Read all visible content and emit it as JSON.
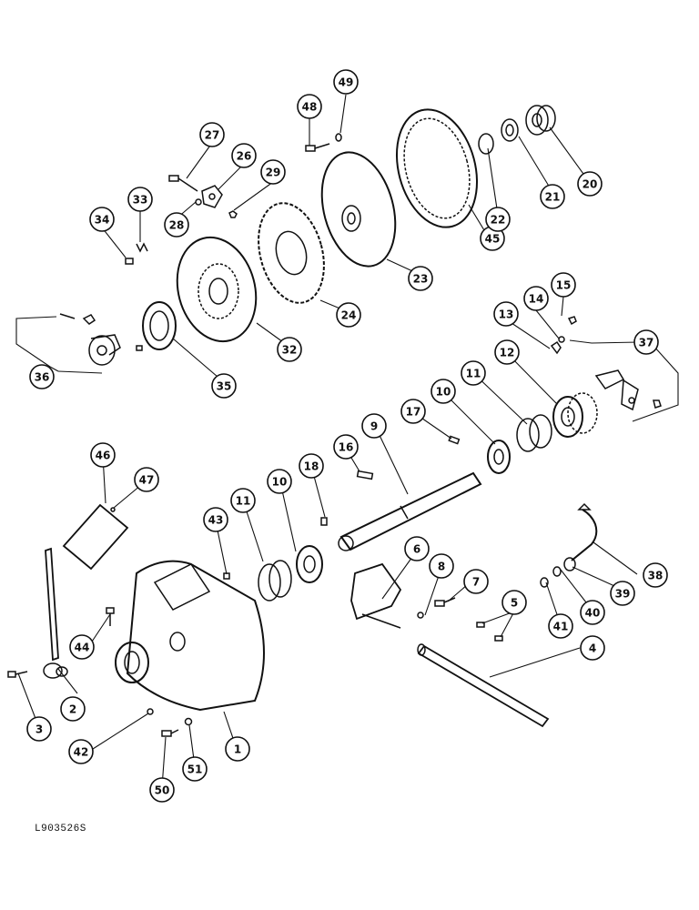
{
  "drawing_id": "L903526S",
  "callouts": [
    "27",
    "26",
    "29",
    "28",
    "33",
    "34",
    "48",
    "49",
    "45",
    "22",
    "21",
    "20",
    "23",
    "24",
    "32",
    "35",
    "36",
    "15",
    "14",
    "13",
    "37",
    "12",
    "11",
    "10",
    "17",
    "9",
    "16",
    "18",
    "46",
    "47",
    "43",
    "11",
    "10",
    "6",
    "8",
    "7",
    "5",
    "38",
    "39",
    "40",
    "41",
    "4",
    "44",
    "2",
    "3",
    "42",
    "50",
    "51",
    "1"
  ]
}
